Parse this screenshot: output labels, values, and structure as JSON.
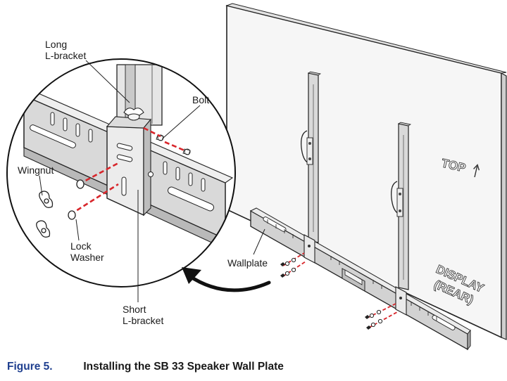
{
  "figure": {
    "number": "Figure 5.",
    "title": "Installing the SB 33 Speaker Wall Plate",
    "number_color": "#1f3f8f"
  },
  "callouts": {
    "long_l_bracket": [
      "Long",
      "L-bracket"
    ],
    "bolt": "Bolt",
    "wingnut": "Wingnut",
    "lock_washer": [
      "Lock",
      "Washer"
    ],
    "short_l_bracket": [
      "Short",
      "L-bracket"
    ],
    "wallplate": "Wallplate"
  },
  "display_markings": {
    "top": "TOP",
    "display_rear": [
      "DISPLAY",
      "(REAR)"
    ]
  },
  "colors": {
    "dashed_line": "#d8262b",
    "outline": "#222222",
    "panel": "#f4f4f4",
    "metal": "#d4d4d4"
  },
  "icons": [
    "arrow-up-icon",
    "curved-arrow-icon"
  ]
}
